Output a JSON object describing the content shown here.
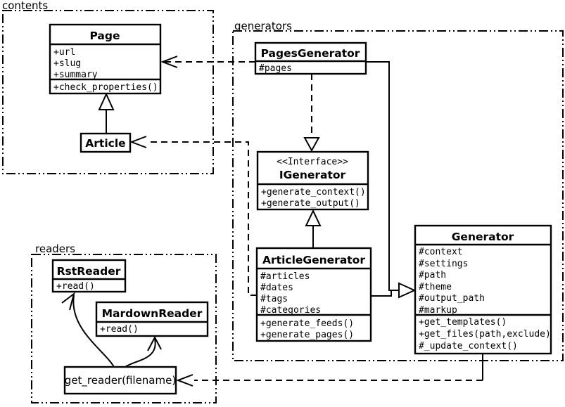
{
  "colors": {
    "background": "#ffffff",
    "stroke": "#000000"
  },
  "packages": {
    "contents": {
      "label": "contents"
    },
    "generators": {
      "label": "generators"
    },
    "readers": {
      "label": "readers"
    }
  },
  "classes": {
    "page": {
      "name": "Page",
      "attributes": [
        "+url",
        "+slug",
        "+summary"
      ],
      "methods": [
        "+check_properties()"
      ]
    },
    "article": {
      "name": "Article"
    },
    "pages_generator": {
      "name": "PagesGenerator",
      "attributes": [
        "#pages"
      ]
    },
    "igenerator": {
      "stereotype": "<<Interface>>",
      "name": "IGenerator",
      "methods": [
        "+generate_context()",
        "+generate_output()"
      ]
    },
    "article_generator": {
      "name": "ArticleGenerator",
      "attributes": [
        "#articles",
        "#dates",
        "#tags",
        "#categories"
      ],
      "methods": [
        "+generate_feeds()",
        "+generate_pages()"
      ]
    },
    "generator": {
      "name": "Generator",
      "attributes": [
        "#context",
        "#settings",
        "#path",
        "#theme",
        "#output_path",
        "#markup"
      ],
      "methods": [
        "+get_templates()",
        "+get_files(path,exclude)",
        "#_update_context()"
      ]
    },
    "rst_reader": {
      "name": "RstReader",
      "methods": [
        "+read()"
      ]
    },
    "markdown_reader": {
      "name": "MardownReader",
      "methods": [
        "+read()"
      ]
    },
    "get_reader": {
      "label": "get_reader(filename)"
    }
  },
  "relationships": [
    "Article --|> Page (generalization)",
    "PagesGenerator ..> Page (dependency)",
    "PagesGenerator ..|> IGenerator (realization)",
    "ArticleGenerator --|> IGenerator (generalization)",
    "PagesGenerator --|> Generator (generalization)",
    "ArticleGenerator --|> Generator (generalization)",
    "ArticleGenerator ..> Article (dependency)",
    "Generator ..> get_reader(filename) (dependency)",
    "get_reader(filename) -> RstReader (arrow)",
    "get_reader(filename) -> MardownReader (arrow)"
  ]
}
